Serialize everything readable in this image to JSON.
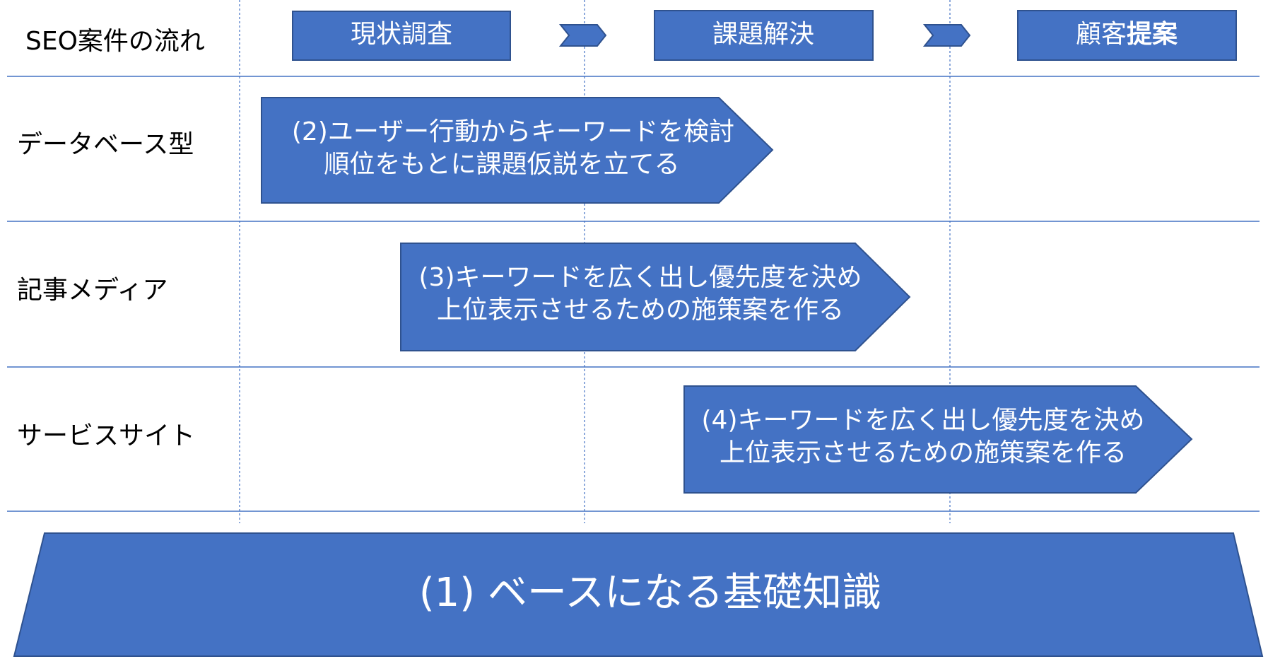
{
  "colors": {
    "shape_fill": "#4472c4",
    "shape_stroke": "#2f528f",
    "grid_line": "#4472c4",
    "label_text": "#000000",
    "shape_text": "#ffffff"
  },
  "rows": {
    "flow": "SEO案件の流れ",
    "database": "データベース型",
    "media": "記事メディア",
    "service": "サービスサイト"
  },
  "phases": {
    "survey": "現状調査",
    "solve": "課題解決",
    "proposal_prefix": "顧客",
    "proposal_bold": "提案"
  },
  "steps": {
    "step2": {
      "line1": "(2)ユーザー行動からキーワードを検討",
      "line2": "順位をもとに課題仮説を立てる"
    },
    "step3": {
      "line1": "(3)キーワードを広く出し優先度を決め",
      "line2": "上位表示させるための施策案を作る"
    },
    "step4": {
      "line1": "(4)キーワードを広く出し優先度を決め",
      "line2": "上位表示させるための施策案を作る"
    }
  },
  "base": {
    "label": "(1)  ベースになる基礎知識"
  }
}
